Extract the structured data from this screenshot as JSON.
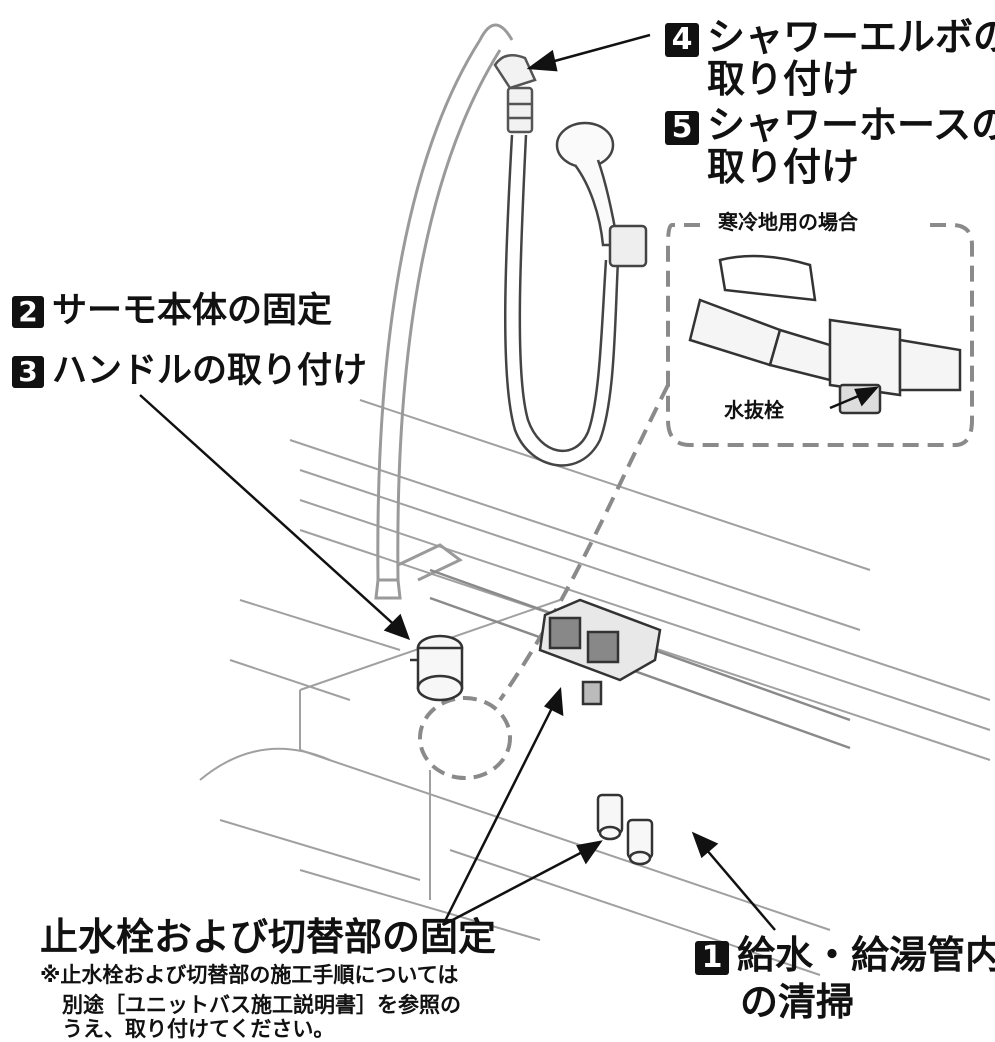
{
  "labels": {
    "step4_num": "4",
    "step4_text_line1": "シャワーエルボの",
    "step4_text_line2": "取り付け",
    "step5_num": "5",
    "step5_text_line1": "シャワーホースの",
    "step5_text_line2": "取り付け",
    "cold_area_title": "寒冷地用の場合",
    "drain_plug": "水抜栓",
    "step2_num": "2",
    "step2_text": "サーモ本体の固定",
    "step3_num": "3",
    "step3_text": "ハンドルの取り付け",
    "stop_valve_title": "止水栓および切替部の固定",
    "note_line1": "※止水栓および切替部の施工手順については",
    "note_line2": "別途［ユニットバス施工説明書］を参照の",
    "note_line3": "うえ、取り付けてください。",
    "step1_num": "1",
    "step1_text_line1": "給水・給湯管内",
    "step1_text_line2": "の清掃"
  },
  "colors": {
    "line": "#111111",
    "drawing": "#9a9a9a",
    "badge": "#111111"
  }
}
